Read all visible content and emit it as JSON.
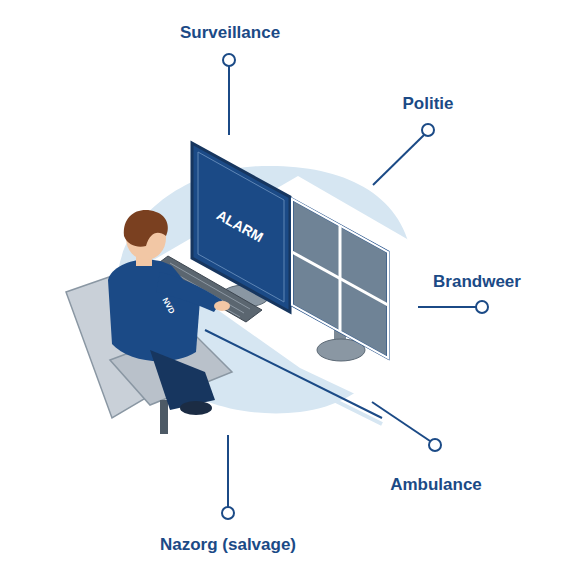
{
  "diagram": {
    "labels": [
      "Surveillance",
      "Politie",
      "ALARM",
      "Brandweer",
      "NVD",
      "Ambulance",
      "Nazorg (salvage)"
    ]
  }
}
